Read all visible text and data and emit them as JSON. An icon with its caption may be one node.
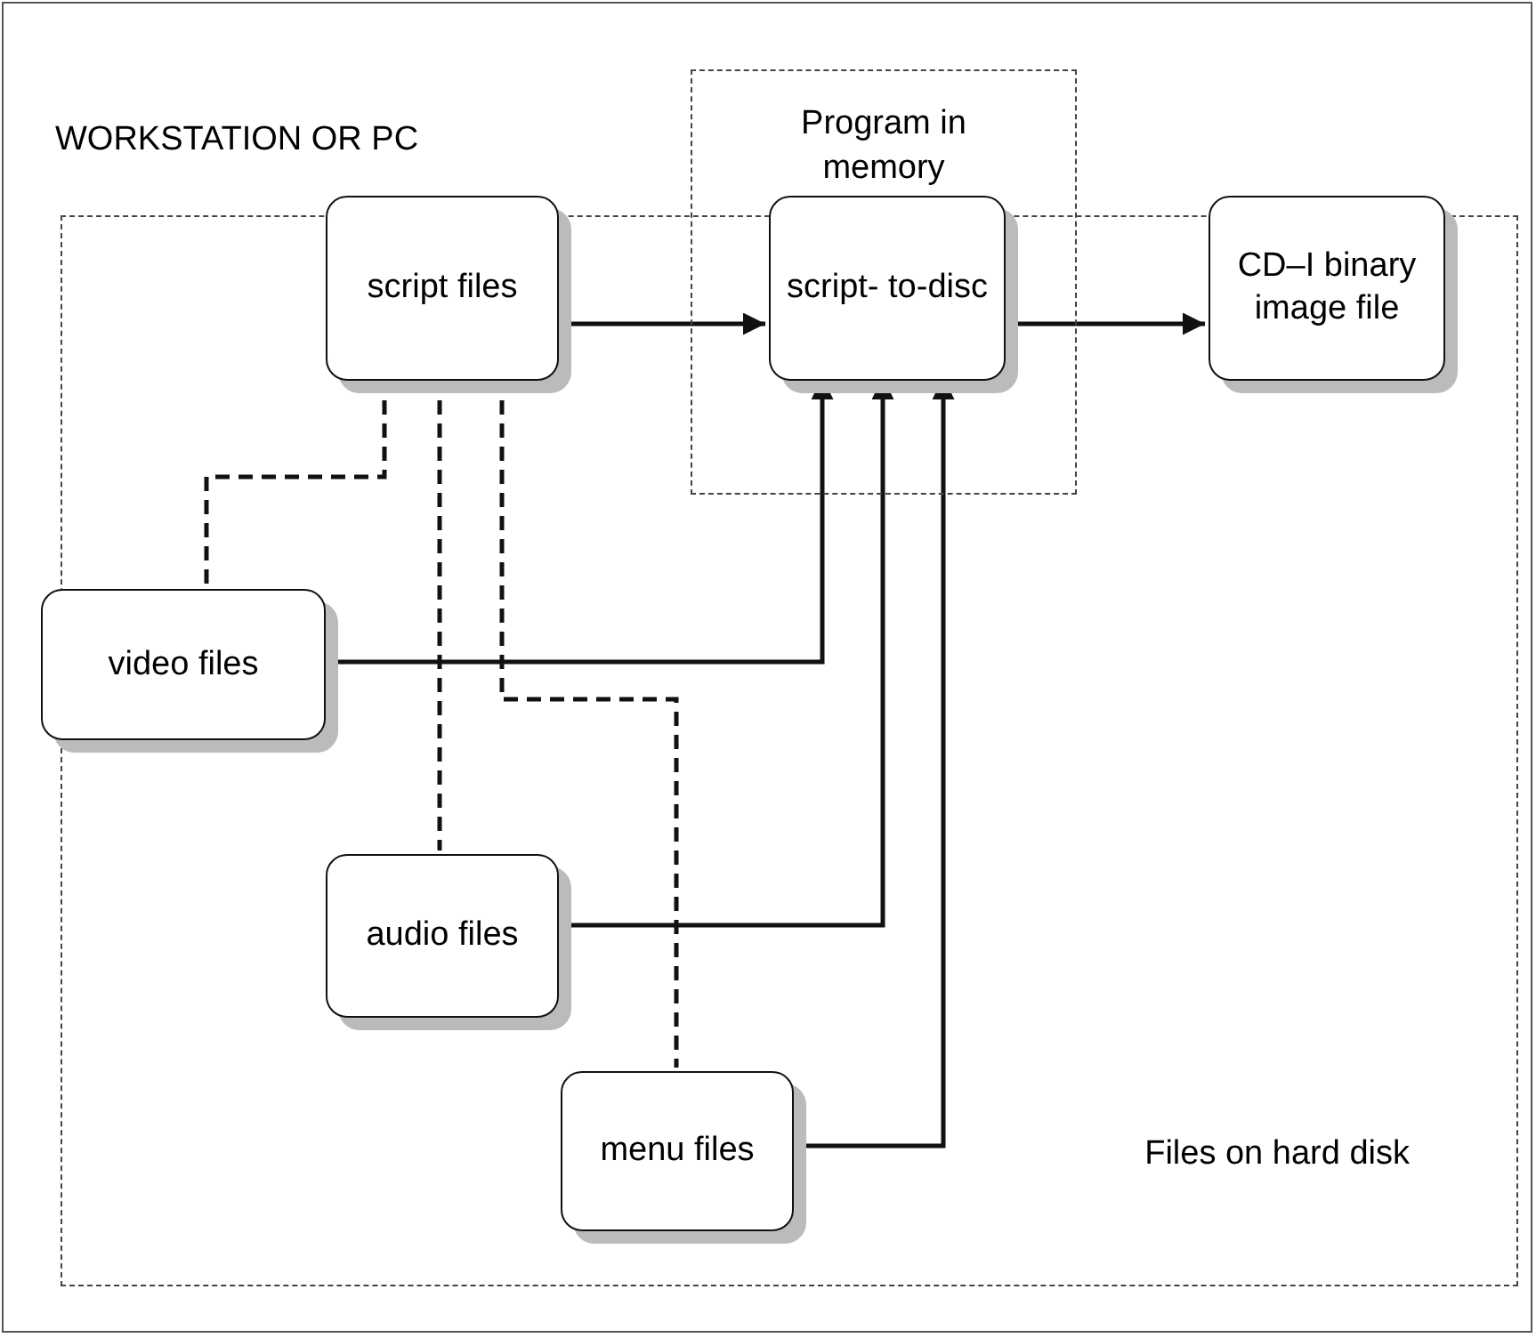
{
  "diagram": {
    "nodes": [
      {
        "text": [
          "WORKSTATION OR PC"
        ]
      },
      {
        "text": [
          "Files on hard disk"
        ],
        "in": 0
      },
      {
        "text": [
          "Program in memory"
        ],
        "in": 0
      },
      {
        "text": [
          "script files"
        ],
        "in": 1
      },
      {
        "text": [
          "script- to-disc"
        ],
        "in": 2
      },
      {
        "text": [
          "CD–I binary image file"
        ],
        "in": 1
      },
      {
        "text": [
          "video files"
        ],
        "in": 0
      },
      {
        "text": [
          "audio files"
        ],
        "in": 1
      },
      {
        "text": [
          "menu files"
        ],
        "in": 1
      }
    ],
    "edges": [
      {
        "from": 3,
        "to": 4,
        "arrow": "to"
      },
      {
        "from": 4,
        "to": 5,
        "arrow": "to"
      },
      {
        "from": 6,
        "to": 4,
        "arrow": "to"
      },
      {
        "from": 7,
        "to": 4,
        "arrow": "to"
      },
      {
        "from": 8,
        "to": 4,
        "arrow": "to"
      },
      {
        "from": 3,
        "to": 6,
        "arrow": "none",
        "style": "dashed"
      },
      {
        "from": 3,
        "to": 7,
        "arrow": "none",
        "style": "dashed"
      },
      {
        "from": 3,
        "to": 8,
        "arrow": "none",
        "style": "dashed"
      }
    ]
  }
}
